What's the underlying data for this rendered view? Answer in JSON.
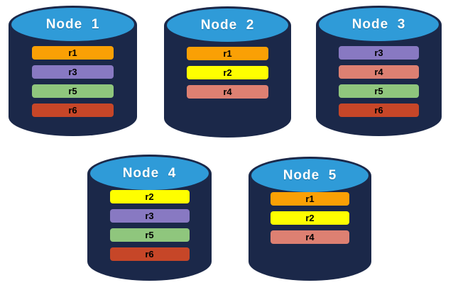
{
  "diagram": {
    "background": "#FFFFFF",
    "cylinder_body_color": "#1B2849",
    "cylinder_top_color": "#2F9BD8",
    "title_text_color": "#FFFFFF",
    "replica_label_color": "#000000"
  },
  "replica_palette": {
    "r1": "#FAA005",
    "r2": "#FEFE00",
    "r3": "#8879C2",
    "r4": "#DD8072",
    "r5": "#8FC67D",
    "r6": "#C64628"
  },
  "nodes": [
    {
      "title": "Node  1",
      "replicas": [
        {
          "label": "r1",
          "color": "#FAA005"
        },
        {
          "label": "r3",
          "color": "#8879C2"
        },
        {
          "label": "r5",
          "color": "#8FC67D"
        },
        {
          "label": "r6",
          "color": "#C64628"
        }
      ]
    },
    {
      "title": "Node  2",
      "replicas": [
        {
          "label": "r1",
          "color": "#FAA005"
        },
        {
          "label": "r2",
          "color": "#FEFE00"
        },
        {
          "label": "r4",
          "color": "#DD8072"
        }
      ]
    },
    {
      "title": "Node  3",
      "replicas": [
        {
          "label": "r3",
          "color": "#8879C2"
        },
        {
          "label": "r4",
          "color": "#DD8072"
        },
        {
          "label": "r5",
          "color": "#8FC67D"
        },
        {
          "label": "r6",
          "color": "#C64628"
        }
      ]
    },
    {
      "title": "Node  4",
      "replicas": [
        {
          "label": "r2",
          "color": "#FEFE00"
        },
        {
          "label": "r3",
          "color": "#8879C2"
        },
        {
          "label": "r5",
          "color": "#8FC67D"
        },
        {
          "label": "r6",
          "color": "#C64628"
        }
      ]
    },
    {
      "title": "Node  5",
      "replicas": [
        {
          "label": "r1",
          "color": "#FAA005"
        },
        {
          "label": "r2",
          "color": "#FEFE00"
        },
        {
          "label": "r4",
          "color": "#DD8072"
        }
      ]
    }
  ]
}
